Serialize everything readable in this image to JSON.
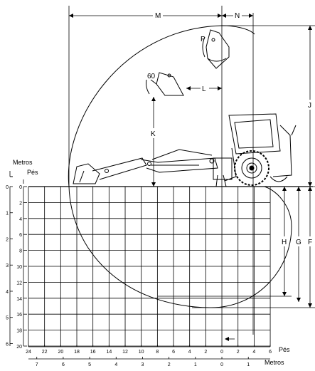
{
  "units": {
    "meters": "Metros",
    "feet": "Pés"
  },
  "dimension_labels": {
    "M": "M",
    "N": "N",
    "P": "P",
    "L": "L",
    "K": "K",
    "J": "J",
    "H": "H",
    "G": "G",
    "F": "F",
    "angle": "60"
  },
  "ticks": {
    "left_feet": [
      "0",
      "2",
      "4",
      "6",
      "8",
      "10",
      "12",
      "14",
      "16",
      "18",
      "20"
    ],
    "left_meters": [
      "0",
      "1",
      "2",
      "3",
      "4",
      "5",
      "6"
    ],
    "bottom_feet": [
      "24",
      "22",
      "20",
      "18",
      "16",
      "14",
      "12",
      "10",
      "8",
      "6",
      "4",
      "2",
      "0",
      "2",
      "4",
      "6"
    ],
    "bottom_meters": [
      "7",
      "6",
      "5",
      "4",
      "3",
      "2",
      "1",
      "0",
      "1"
    ]
  },
  "bottom_feet_label": "Pés",
  "bottom_meters_label": "Metros"
}
